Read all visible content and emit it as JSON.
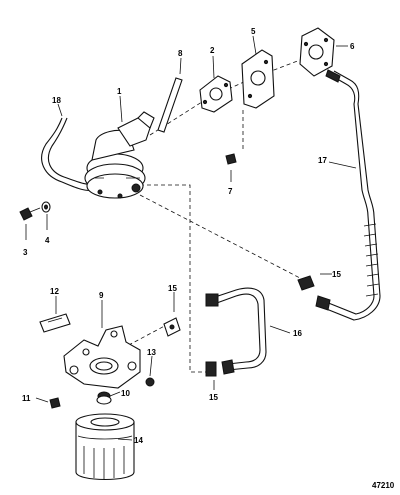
{
  "figure_number": "47210",
  "callouts": {
    "c1": "1",
    "c2": "2",
    "c3": "3",
    "c4": "4",
    "c5": "5",
    "c6": "6",
    "c7": "7",
    "c8": "8",
    "c9": "9",
    "c10": "10",
    "c11": "11",
    "c12": "12",
    "c13": "13",
    "c14": "14",
    "c15a": "15",
    "c15b": "15",
    "c15c": "15",
    "c16": "16",
    "c17": "17",
    "c18": "18"
  }
}
